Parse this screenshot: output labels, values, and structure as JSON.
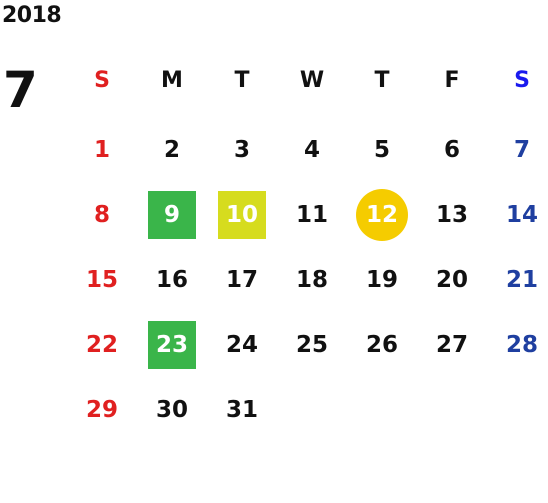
{
  "calendar": {
    "year": "2018",
    "month": "7",
    "weekdays": [
      {
        "label": "S",
        "kind": "sun"
      },
      {
        "label": "M",
        "kind": "weekday"
      },
      {
        "label": "T",
        "kind": "weekday"
      },
      {
        "label": "W",
        "kind": "weekday"
      },
      {
        "label": "T",
        "kind": "weekday"
      },
      {
        "label": "F",
        "kind": "weekday"
      },
      {
        "label": "S",
        "kind": "sat"
      }
    ],
    "weeks": [
      [
        {
          "day": "1"
        },
        {
          "day": "2"
        },
        {
          "day": "3"
        },
        {
          "day": "4"
        },
        {
          "day": "5"
        },
        {
          "day": "6"
        },
        {
          "day": "7"
        }
      ],
      [
        {
          "day": "8"
        },
        {
          "day": "9",
          "highlight": "green"
        },
        {
          "day": "10",
          "highlight": "yellow"
        },
        {
          "day": "11"
        },
        {
          "day": "12",
          "highlight": "circle"
        },
        {
          "day": "13"
        },
        {
          "day": "14"
        }
      ],
      [
        {
          "day": "15"
        },
        {
          "day": "16"
        },
        {
          "day": "17"
        },
        {
          "day": "18"
        },
        {
          "day": "19"
        },
        {
          "day": "20"
        },
        {
          "day": "21"
        }
      ],
      [
        {
          "day": "22"
        },
        {
          "day": "23",
          "highlight": "green"
        },
        {
          "day": "24"
        },
        {
          "day": "25"
        },
        {
          "day": "26"
        },
        {
          "day": "27"
        },
        {
          "day": "28"
        }
      ],
      [
        {
          "day": "29"
        },
        {
          "day": "30"
        },
        {
          "day": "31"
        },
        null,
        null,
        null,
        null
      ]
    ]
  },
  "colors": {
    "sunday": "#e02020",
    "saturday": "#1f3fa0",
    "saturday_header": "#1a1aee",
    "green_highlight": "#3ab54a",
    "yellow_highlight": "#d6dc1e",
    "circle_highlight": "#f5cc00"
  }
}
